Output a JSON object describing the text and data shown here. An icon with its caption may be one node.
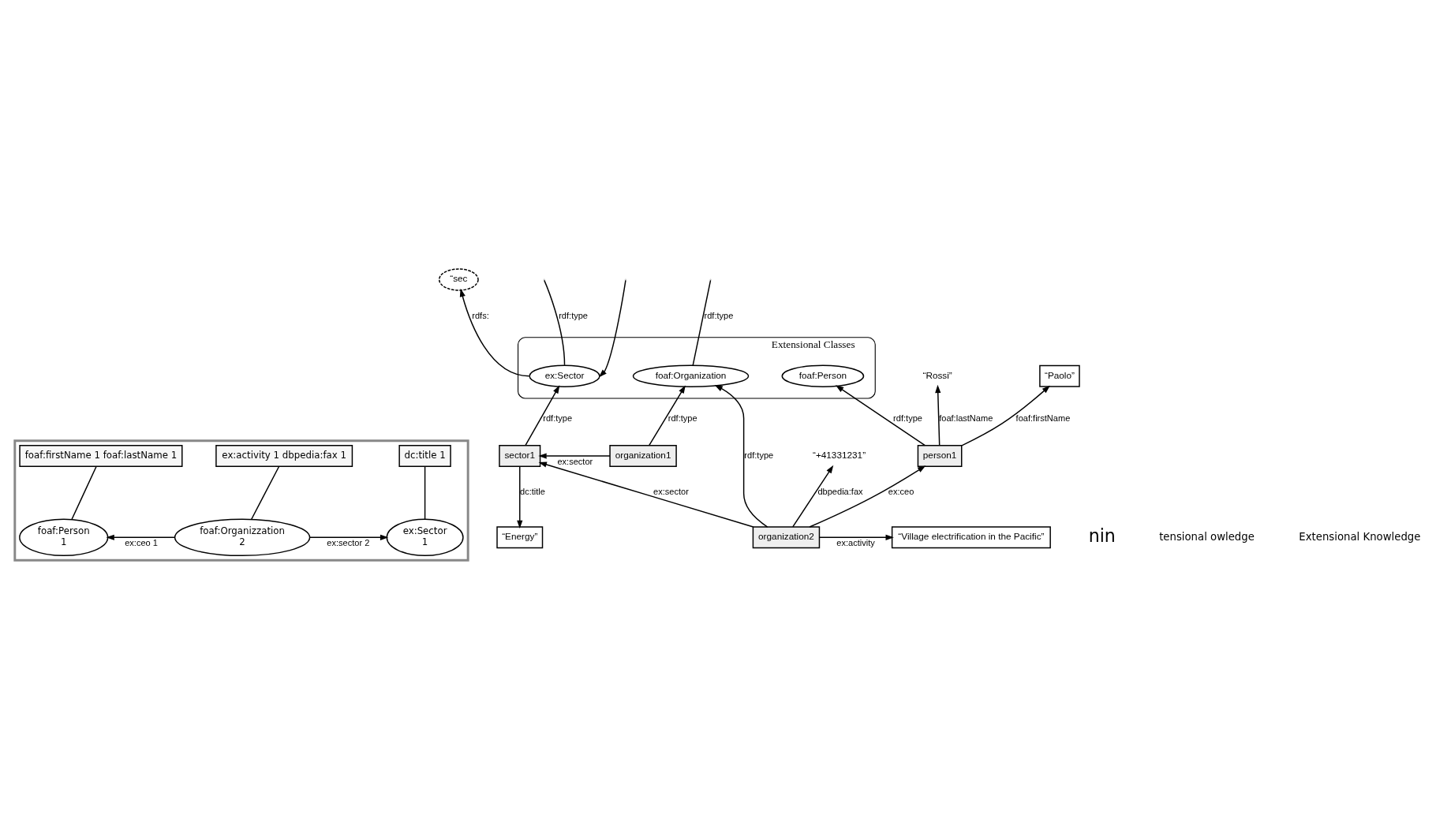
{
  "diagram": {
    "nodes": [
      {
        "text": [],
        "shape": "box"
      },
      {
        "text": [
          "foaf:firstName 1 foaf:lastName 1"
        ],
        "in": 0
      },
      {
        "text": [
          "ex:activity 1 dbpedia:fax 1"
        ],
        "in": 0
      },
      {
        "text": [
          "dc:title 1"
        ],
        "in": 0
      },
      {
        "text": [
          "foaf:Person",
          "1"
        ],
        "in": 0
      },
      {
        "text": [
          "foaf:Organizzation",
          "2"
        ],
        "in": 0
      },
      {
        "text": [
          "ex:Sector",
          "1"
        ],
        "in": 0
      },
      {
        "text": [
          "“sec"
        ]
      },
      {
        "text": [
          "Extensional Classes"
        ]
      },
      {
        "text": [
          "ex:Sector"
        ],
        "in": 8
      },
      {
        "text": [
          "foaf:Organization"
        ],
        "in": 8
      },
      {
        "text": [
          "foaf:Person"
        ],
        "in": 8
      },
      {
        "text": [
          "sector1"
        ]
      },
      {
        "text": [
          "organization1"
        ]
      },
      {
        "text": [
          "person1"
        ]
      },
      {
        "text": [
          "“Paolo”"
        ]
      },
      {
        "text": [
          "“Rossi”"
        ]
      },
      {
        "text": [
          "“Village electrification in the Pacific”"
        ]
      },
      {
        "text": [
          "“Energy”"
        ]
      },
      {
        "text": [
          "organization2"
        ]
      },
      {
        "text": [
          "“+41331231”"
        ]
      }
    ],
    "edges": [
      {
        "from": 1,
        "to": 4,
        "arrow": "none"
      },
      {
        "from": 2,
        "to": 5,
        "arrow": "none"
      },
      {
        "from": 3,
        "to": 6,
        "arrow": "none"
      },
      {
        "from": 5,
        "to": 4,
        "arrow": "to",
        "label": "ex:ceo 1"
      },
      {
        "from": 5,
        "to": 6,
        "arrow": "to",
        "label": "ex:sector 2"
      },
      {
        "from": 9,
        "to": 7,
        "arrow": "to",
        "label": "rdfs:"
      },
      {
        "from": null,
        "to": 9,
        "arrow": "to"
      },
      {
        "from": 9,
        "to": null,
        "arrow": "none",
        "label": "rdf:type"
      },
      {
        "from": 10,
        "to": null,
        "arrow": "none",
        "label": "rdf:type"
      },
      {
        "from": 12,
        "to": 9,
        "arrow": "to",
        "label": "rdf:type"
      },
      {
        "from": 13,
        "to": 10,
        "arrow": "to",
        "label": "rdf:type"
      },
      {
        "from": 14,
        "to": 11,
        "arrow": "to",
        "label": "rdf:type"
      },
      {
        "from": 13,
        "to": 12,
        "arrow": "to",
        "label": "ex:sector"
      },
      {
        "from": 12,
        "to": 18,
        "arrow": "to",
        "label": "dc:title"
      },
      {
        "from": 14,
        "to": 15,
        "arrow": "to",
        "label": "foaf:firstName"
      },
      {
        "from": 14,
        "to": 16,
        "arrow": "to",
        "label": "foaf:lastName"
      },
      {
        "from": 19,
        "to": 12,
        "arrow": "to",
        "label": "ex:sector"
      },
      {
        "from": 19,
        "to": 10,
        "arrow": "to",
        "label": "rdf:type"
      },
      {
        "from": 19,
        "to": 14,
        "arrow": "to",
        "label": "ex:ceo"
      },
      {
        "from": 19,
        "to": 17,
        "arrow": "to",
        "label": "ex:activity"
      },
      {
        "from": 19,
        "to": 20,
        "arrow": "to",
        "label": "dbpedia:fax"
      }
    ],
    "labels": [
      "nin",
      "tensional owledge",
      "Extensional Knowledge"
    ]
  }
}
